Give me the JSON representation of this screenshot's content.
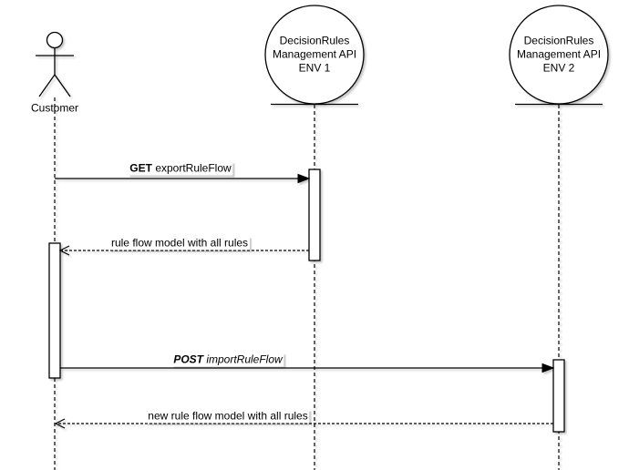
{
  "diagram": {
    "kind": "uml-sequence-diagram",
    "background_color": "#ffffff",
    "stroke_color": "#000000",
    "shape_fill_color": "#ffffff"
  },
  "participants": [
    {
      "id": "customer",
      "kind": "actor",
      "label": "Customer"
    },
    {
      "id": "env1",
      "kind": "entity",
      "label_lines": [
        "DecisionRules",
        "Management API",
        "ENV 1"
      ]
    },
    {
      "id": "env2",
      "kind": "entity",
      "label_lines": [
        "DecisionRules",
        "Management API",
        "ENV 2"
      ]
    }
  ],
  "messages": [
    {
      "from": "customer",
      "to": "env1",
      "prefix": "GET",
      "text": "exportRuleFlow",
      "line": "solid",
      "arrowhead": "filled"
    },
    {
      "from": "env1",
      "to": "customer",
      "text": "rule flow model with all rules",
      "line": "dashed",
      "arrowhead": "open"
    },
    {
      "from": "customer",
      "to": "env2",
      "prefix": "POST",
      "text": "importRuleFlow",
      "line": "solid",
      "arrowhead": "filled"
    },
    {
      "from": "env2",
      "to": "customer",
      "text": "new rule flow model with all rules",
      "line": "dashed",
      "arrowhead": "open"
    }
  ]
}
